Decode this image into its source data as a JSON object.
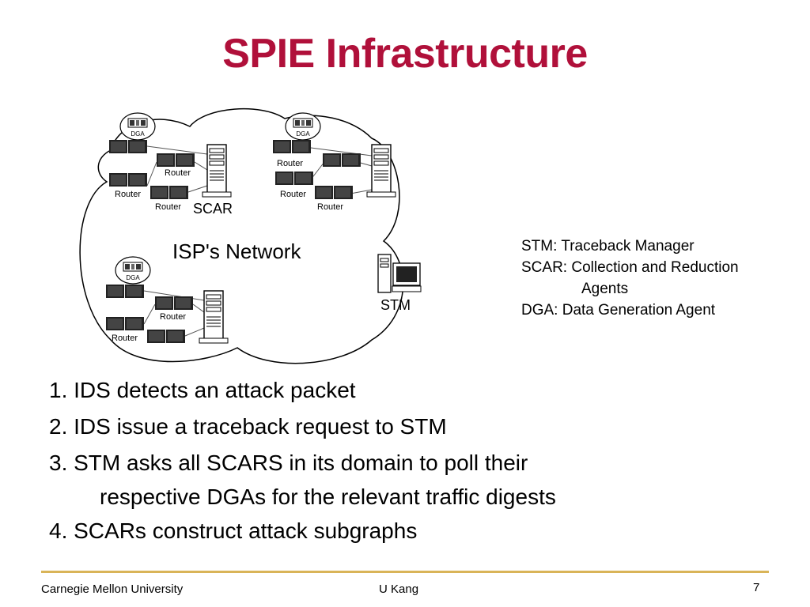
{
  "slide": {
    "title": "SPIE Infrastructure",
    "diagram": {
      "network_label": "ISP's Network",
      "router_label": "Router",
      "dga_label": "DGA",
      "scar_label": "SCAR",
      "stm_label": "STM"
    },
    "legend": {
      "line1": "STM: Traceback Manager",
      "line2": "SCAR: Collection and Reduction",
      "line3": "Agents",
      "line4": "DGA: Data Generation Agent"
    },
    "steps": {
      "s1": "1. IDS detects an attack packet",
      "s2": "2. IDS issue a traceback request to STM",
      "s3a": "3. STM asks all SCARS in its domain to poll their",
      "s3b": "respective DGAs for the relevant traffic digests",
      "s4": "4. SCARs construct attack subgraphs"
    },
    "footer": {
      "institution": "Carnegie Mellon University",
      "author": "U Kang",
      "page": "7"
    },
    "colors": {
      "title": "#b0103a",
      "rule": "#d9b458"
    }
  }
}
